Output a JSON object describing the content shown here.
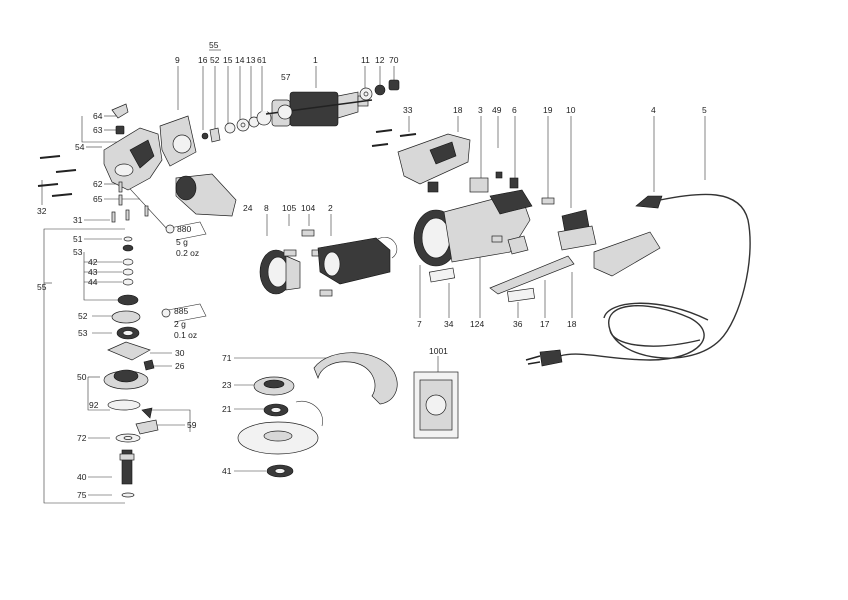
{
  "callouts": {
    "c1": "1",
    "c2": "2",
    "c3": "3",
    "c4": "4",
    "c5": "5",
    "c6": "6",
    "c7": "7",
    "c8": "8",
    "c9": "9",
    "c10": "10",
    "c11": "11",
    "c12": "12",
    "c13": "13",
    "c14": "14",
    "c15": "15",
    "c16": "16",
    "c17": "17",
    "c18a": "18",
    "c18b": "18",
    "c19": "19",
    "c21": "21",
    "c23": "23",
    "c24": "24",
    "c26": "26",
    "c30": "30",
    "c31": "31",
    "c32": "32",
    "c33": "33",
    "c34": "34",
    "c36": "36",
    "c40": "40",
    "c41": "41",
    "c42": "42",
    "c43": "43",
    "c44": "44",
    "c49": "49",
    "c50": "50",
    "c51": "51",
    "c52a": "52",
    "c52b": "52",
    "c53a": "53",
    "c53b": "53",
    "c54": "54",
    "c55a": "55",
    "c55b": "55",
    "c57": "57",
    "c59": "59",
    "c61": "61",
    "c62": "62",
    "c63": "63",
    "c64": "64",
    "c65": "65",
    "c70": "70",
    "c71": "71",
    "c72": "72",
    "c75": "75",
    "c92": "92",
    "c104": "104",
    "c105": "105",
    "c124": "124",
    "c1001": "1001"
  },
  "grease_labels": {
    "g880_code": "880",
    "g880_amount": "5 g",
    "g880_oz": "0.2 oz",
    "g885_code": "885",
    "g885_amount": "2 g",
    "g885_oz": "0.1 oz"
  }
}
